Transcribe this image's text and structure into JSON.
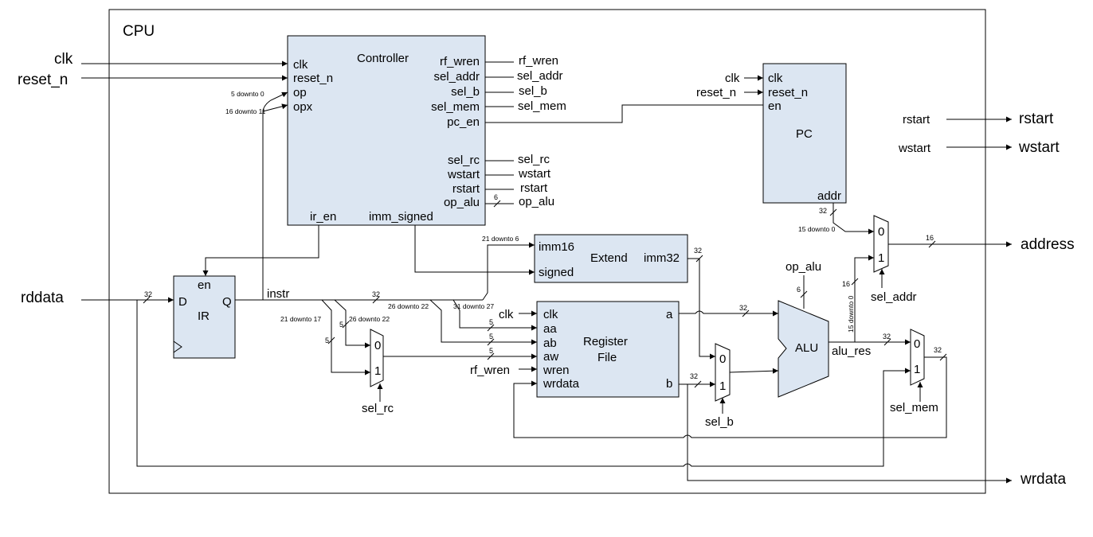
{
  "cpu_label": "CPU",
  "external": {
    "clk": "clk",
    "reset_n": "reset_n",
    "rddata": "rddata",
    "rstart": "rstart",
    "wstart": "wstart",
    "address": "address",
    "wrdata": "wrdata"
  },
  "controller": {
    "title": "Controller",
    "inputs": [
      "clk",
      "reset_n",
      "op",
      "opx"
    ],
    "outputs": [
      "rf_wren",
      "sel_addr",
      "sel_b",
      "sel_mem",
      "pc_en",
      "sel_rc",
      "wstart",
      "rstart",
      "op_alu"
    ],
    "bottom": [
      "ir_en",
      "imm_signed"
    ],
    "signals": [
      "rf_wren",
      "sel_addr",
      "sel_b",
      "sel_mem",
      "sel_rc",
      "wstart",
      "rstart",
      "op_alu"
    ],
    "op_range": "5 downto 0",
    "opx_range": "16 downto 11"
  },
  "pc": {
    "title": "PC",
    "inputs": [
      "clk",
      "reset_n",
      "en"
    ],
    "ext_inputs": [
      "clk",
      "reset_n"
    ],
    "output": "addr"
  },
  "ir": {
    "title": "IR",
    "en": "en",
    "d": "D",
    "q": "Q",
    "instr": "instr"
  },
  "extend": {
    "title": "Extend",
    "imm16": "imm16",
    "signed": "signed",
    "imm32": "imm32",
    "range": "21 downto 6"
  },
  "regfile": {
    "title": "Register",
    "title2": "File",
    "inputs": [
      "clk",
      "aa",
      "ab",
      "aw",
      "wren",
      "wrdata"
    ],
    "outputs": [
      "a",
      "b"
    ],
    "clk_in": "clk",
    "wren_in": "rf_wren"
  },
  "alu": {
    "title": "ALU",
    "op": "op_alu",
    "res": "alu_res"
  },
  "mux": {
    "zero": "0",
    "one": "1",
    "sel_rc": "sel_rc",
    "sel_b": "sel_b",
    "sel_mem": "sel_mem",
    "sel_addr": "sel_addr"
  },
  "wire_labels": {
    "w32": "32",
    "w16": "16",
    "w6": "6",
    "w5": "5",
    "r26_22": "26 downto 22",
    "r31_27": "31 downto 27",
    "r21_17": "21 downto 17",
    "r26_22b": "26 downto 22",
    "r15_0": "15 downto 0",
    "r15_0b": "15 downto 0"
  }
}
